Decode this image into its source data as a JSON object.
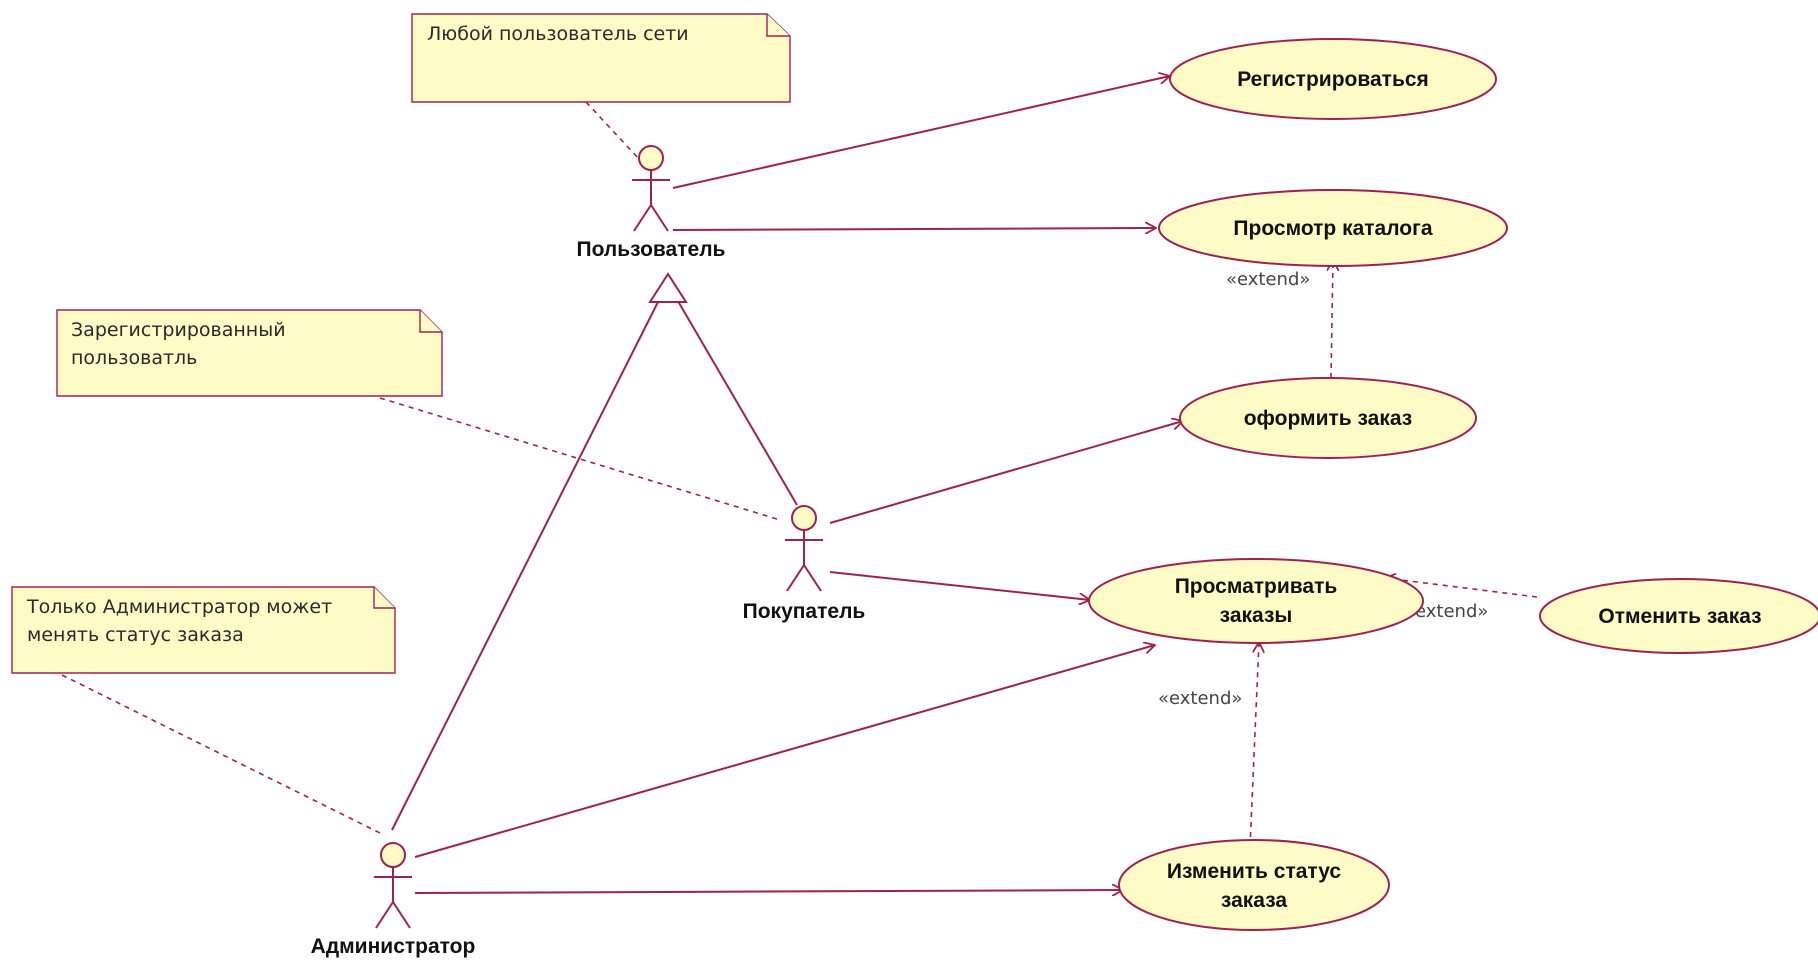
{
  "notes": {
    "any_user": [
      "Любой пользователь сети"
    ],
    "registered": [
      "Зарегистрированный",
      "пользоватль"
    ],
    "admin_only": [
      "Только Администратор может",
      "менять статус заказа"
    ]
  },
  "actors": {
    "user": "Пользователь",
    "buyer": "Покупатель",
    "admin": "Администратор"
  },
  "use_cases": {
    "register": [
      "Регистрироваться"
    ],
    "browse_catalog": [
      "Просмотр каталога"
    ],
    "place_order": [
      "оформить заказ"
    ],
    "view_orders": [
      "Просматривать",
      "заказы"
    ],
    "cancel_order": [
      "Отменить заказ"
    ],
    "change_status": [
      "Изменить статус",
      "заказа"
    ]
  },
  "stereotypes": {
    "extend_catalog": "«extend»",
    "extend_cancel": "«extend»",
    "extend_status": "«extend»"
  },
  "colors": {
    "line": "#9e2250",
    "fill": "#fffbc7"
  }
}
